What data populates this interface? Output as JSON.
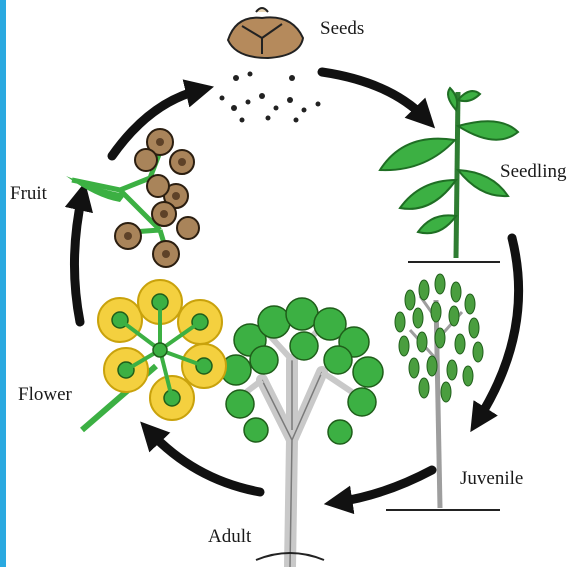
{
  "stages": {
    "seeds": "Seeds",
    "seedling": "Seedling",
    "juvenile": "Juvenile",
    "adult": "Adult",
    "flower": "Flower",
    "fruit": "Fruit"
  },
  "colors": {
    "arrow": "#111111",
    "leaf": "#3cb043",
    "leaf_dark": "#1f6e24",
    "trunk": "#c9c9c9",
    "flower": "#f4d03f",
    "capsule": "#a9845a",
    "frame": "#2aa9e0"
  },
  "icons": [
    "seed-pod-icon",
    "seedling-icon",
    "juvenile-tree-icon",
    "adult-tree-icon",
    "flower-icon",
    "fruit-cluster-icon"
  ]
}
